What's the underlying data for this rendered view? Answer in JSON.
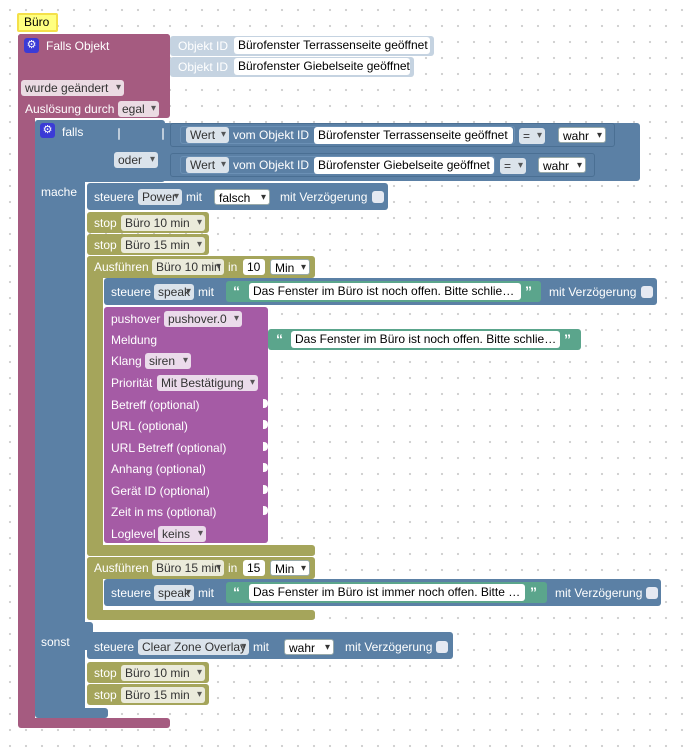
{
  "colors": {
    "trigger": "#a55b80",
    "logic": "#5b80a5",
    "timer": "#a5a55b",
    "pushover": "#a55ba5",
    "text": "#5ba58c",
    "label_bg": "#ffff80",
    "objid_bg": "#c5d3e1"
  },
  "label": "Büro",
  "trigger": {
    "title": "Falls Objekt",
    "objid_label": "Objekt ID",
    "objects": [
      "Bürofenster Terrassenseite geöffnet",
      "Bürofenster Giebelseite geöffnet"
    ],
    "condition": "wurde geändert",
    "ausloesung_label": "Auslösung durch",
    "ausloesung_value": "egal"
  },
  "ifblock": {
    "falls": "falls",
    "oder": "oder",
    "mache": "mache",
    "sonst": "sonst",
    "cond1": {
      "prop": "Wert",
      "vom": "vom Objekt ID",
      "obj": "Bürofenster Terrassenseite geöffnet",
      "op": "=",
      "val": "wahr"
    },
    "cond2": {
      "prop": "Wert",
      "vom": "vom Objekt ID",
      "obj": "Bürofenster Giebelseite geöffnet",
      "op": "=",
      "val": "wahr"
    }
  },
  "steuere_power": {
    "steuere": "steuere",
    "target": "Power",
    "mit": "mit",
    "value": "falsch",
    "delay": "mit Verzögerung"
  },
  "stops_top": [
    {
      "label": "stop",
      "timer": "Büro 10 min"
    },
    {
      "label": "stop",
      "timer": "Büro 15 min"
    }
  ],
  "exec1": {
    "label": "Ausführen",
    "timer": "Büro 10 min",
    "in": "in",
    "amount": "10",
    "unit": "Min",
    "speak": {
      "steuere": "steuere",
      "target": "speak",
      "mit": "mit",
      "text": "Das Fenster im Büro ist noch offen. Bitte schlie…",
      "delay": "mit Verzögerung"
    }
  },
  "pushover": {
    "label": "pushover",
    "instance": "pushover.0",
    "meldung": "Meldung",
    "meldung_text": "Das Fenster im Büro ist noch offen. Bitte schlie…",
    "klang": "Klang",
    "klang_value": "siren",
    "prioritaet": "Priorität",
    "prioritaet_value": "Mit Bestätigung",
    "optional": [
      "Betreff (optional)",
      "URL (optional)",
      "URL Betreff (optional)",
      "Anhang (optional)",
      "Gerät ID (optional)",
      "Zeit in ms (optional)"
    ],
    "loglevel": "Loglevel",
    "loglevel_value": "keins"
  },
  "exec2": {
    "label": "Ausführen",
    "timer": "Büro 15 min",
    "in": "in",
    "amount": "15",
    "unit": "Min",
    "speak": {
      "steuere": "steuere",
      "target": "speak",
      "mit": "mit",
      "text": "Das Fenster im Büro ist immer noch offen. Bitte …",
      "delay": "mit Verzögerung"
    }
  },
  "steuere_clear": {
    "steuere": "steuere",
    "target": "Clear Zone Overlay",
    "mit": "mit",
    "value": "wahr",
    "delay": "mit Verzögerung"
  },
  "stops_bottom": [
    {
      "label": "stop",
      "timer": "Büro 10 min"
    },
    {
      "label": "stop",
      "timer": "Büro 15 min"
    }
  ]
}
